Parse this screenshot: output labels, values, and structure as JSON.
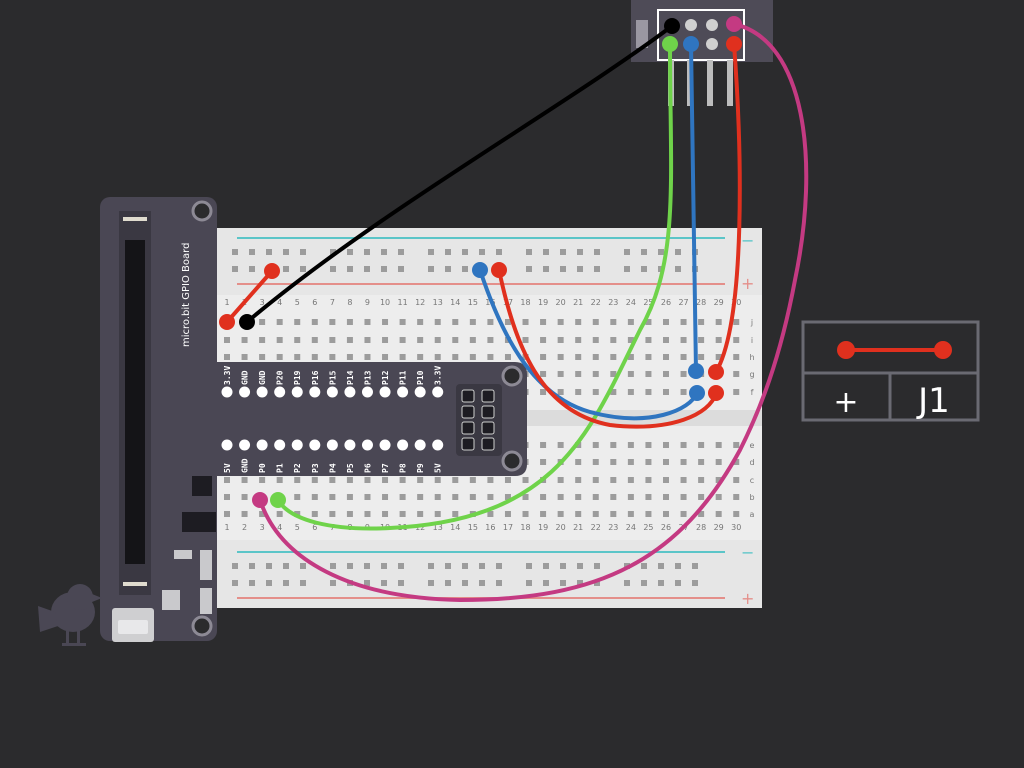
{
  "board": {
    "title": "micro.bit GPIO Board",
    "top_pins": [
      "3.3V",
      "GND",
      "GND",
      "P20",
      "P19",
      "P16",
      "P15",
      "P14",
      "P13",
      "P12",
      "P11",
      "P10",
      "3.3V"
    ],
    "bottom_pins": [
      "5V",
      "GND",
      "P0",
      "P1",
      "P2",
      "P3",
      "P4",
      "P5",
      "P6",
      "P7",
      "P8",
      "P9",
      "5V"
    ]
  },
  "breadboard": {
    "columns": 30,
    "rows_top": [
      "j",
      "i",
      "h",
      "g",
      "f"
    ],
    "rows_bottom": [
      "e",
      "d",
      "c",
      "b",
      "a"
    ],
    "rail_signs": {
      "minus": "−",
      "plus": "+"
    }
  },
  "connector": {
    "pins": 4,
    "rows": 2
  },
  "legend": {
    "plus": "+",
    "name": "J1"
  },
  "colors": {
    "background": "#2b2b2d",
    "board": "#4a4754",
    "black_wire": "#000000",
    "green_wire": "#6fd34a",
    "blue_wire": "#2f75c0",
    "red_wire": "#e0301e",
    "magenta_wire": "#c43a82",
    "rail_blue": "#5bc5c8",
    "rail_red": "#e48f8a"
  },
  "wires": [
    {
      "name": "black-wire",
      "color": "black_wire"
    },
    {
      "name": "green-wire",
      "color": "green_wire"
    },
    {
      "name": "blue-wire",
      "color": "blue_wire"
    },
    {
      "name": "red-wire",
      "color": "red_wire"
    },
    {
      "name": "magenta-wire",
      "color": "magenta_wire"
    },
    {
      "name": "short-red-wire",
      "color": "red_wire"
    },
    {
      "name": "jumper-blue-wire",
      "color": "blue_wire"
    },
    {
      "name": "jumper-red-wire",
      "color": "red_wire"
    }
  ]
}
